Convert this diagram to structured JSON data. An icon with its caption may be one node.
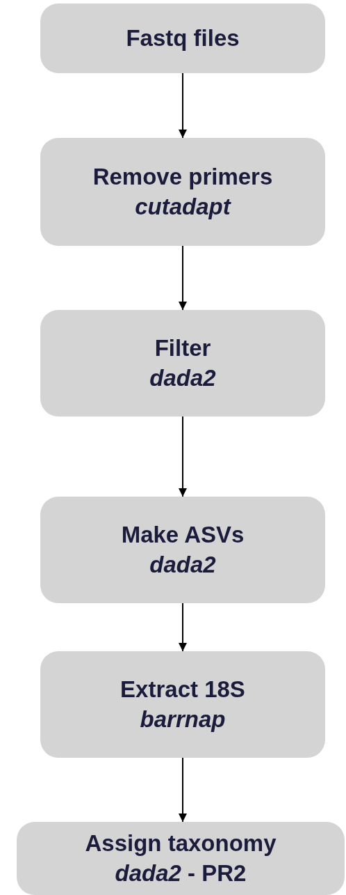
{
  "diagram": {
    "nodes": [
      {
        "text": [
          "Fastq files"
        ]
      },
      {
        "text": [
          "Remove primers",
          "cutadapt"
        ]
      },
      {
        "text": [
          "Filter",
          "dada2"
        ]
      },
      {
        "text": [
          "Make ASVs",
          "dada2"
        ]
      },
      {
        "text": [
          "Extract 18S",
          "barrnap"
        ]
      },
      {
        "text": [
          "Assign taxonomy",
          "*dada2* - PR2"
        ]
      }
    ],
    "edges": [
      {
        "from": 0,
        "to": 1,
        "arrow": "to"
      },
      {
        "from": 1,
        "to": 2,
        "arrow": "to"
      },
      {
        "from": 2,
        "to": 3,
        "arrow": "to"
      },
      {
        "from": 3,
        "to": 4,
        "arrow": "to"
      },
      {
        "from": 4,
        "to": 5,
        "arrow": "to"
      }
    ]
  }
}
